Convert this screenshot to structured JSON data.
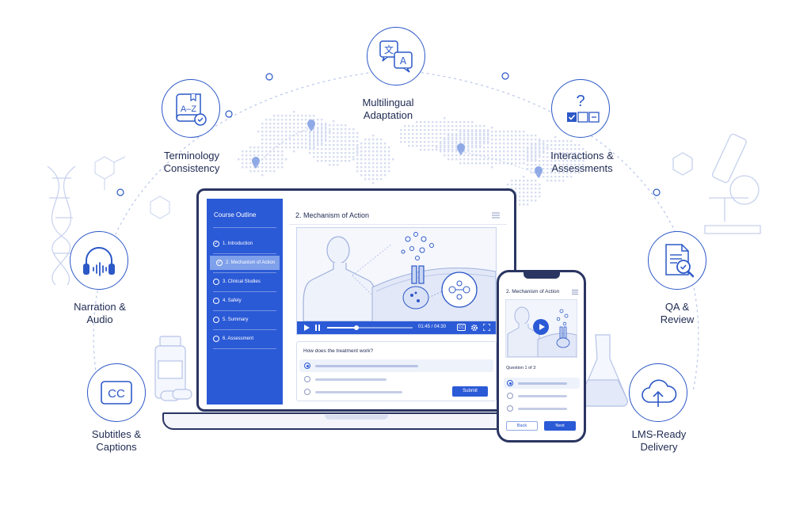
{
  "features": {
    "multilingual": {
      "label_l1": "Multilingual",
      "label_l2": "Adaptation",
      "icon": "translate-icon"
    },
    "terminology": {
      "label_l1": "Terminology",
      "label_l2": "Consistency",
      "icon_text": "A–Z",
      "icon": "glossary-book-icon"
    },
    "interactions": {
      "label_l1": "Interactions &",
      "label_l2": "Assessments",
      "icon_text": "?",
      "icon": "quiz-icon"
    },
    "narration": {
      "label_l1": "Narration &",
      "label_l2": "Audio",
      "icon": "headphones-icon"
    },
    "qa": {
      "label_l1": "QA &",
      "label_l2": "Review",
      "icon": "document-search-icon"
    },
    "subtitles": {
      "label_l1": "Subtitles &",
      "label_l2": "Captions",
      "icon_text": "CC",
      "icon": "closed-captions-icon"
    },
    "lms": {
      "label_l1": "LMS-Ready",
      "label_l2": "Delivery",
      "icon": "cloud-upload-icon"
    },
    "translate_glyph_1": "文",
    "translate_glyph_2": "A"
  },
  "laptop": {
    "sidebar_title": "Course Outline",
    "items": [
      {
        "label": "1. Introduction",
        "done": true
      },
      {
        "label": "2. Mechanism of Action",
        "done": true,
        "active": true
      },
      {
        "label": "3. Clinical Studies",
        "done": false
      },
      {
        "label": "4. Safety",
        "done": false
      },
      {
        "label": "5. Summary",
        "done": false
      },
      {
        "label": "6. Assessment",
        "done": false
      }
    ],
    "lesson_title": "2. Mechanism of Action",
    "video_time": "01:45 / 04:30",
    "cc_label": "CC",
    "video_progress": 0.34,
    "question": "How does the treatment work?",
    "submit_label": "Submit"
  },
  "phone": {
    "lesson_title": "2. Mechanism of Action",
    "question_count": "Question 1 of 3",
    "back_label": "Back",
    "next_label": "Next"
  },
  "colors": {
    "accent": "#2b5ad6",
    "outline": "#2a3561",
    "light": "#c9d6f3"
  }
}
